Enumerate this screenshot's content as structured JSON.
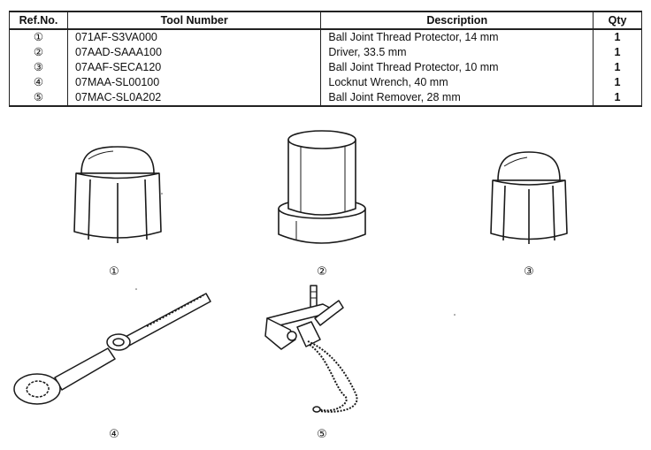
{
  "table": {
    "headers": {
      "ref": "Ref.No.",
      "tool": "Tool Number",
      "desc": "Description",
      "qty": "Qty"
    },
    "rows": [
      {
        "ref": "①",
        "tool": "071AF-S3VA000",
        "desc": "Ball Joint Thread Protector, 14 mm",
        "qty": "1"
      },
      {
        "ref": "②",
        "tool": "07AAD-SAAA100",
        "desc": "Driver, 33.5 mm",
        "qty": "1"
      },
      {
        "ref": "③",
        "tool": "07AAF-SECA120",
        "desc": "Ball Joint Thread Protector, 10 mm",
        "qty": "1"
      },
      {
        "ref": "④",
        "tool": "07MAA-SL00100",
        "desc": "Locknut Wrench, 40 mm",
        "qty": "1"
      },
      {
        "ref": "⑤",
        "tool": "07MAC-SL0A202",
        "desc": "Ball Joint Remover, 28 mm",
        "qty": "1"
      }
    ]
  },
  "figures": {
    "labels": [
      "①",
      "②",
      "③",
      "④",
      "⑤"
    ],
    "icons": [
      "hex-cap-nut-icon",
      "cylindrical-driver-icon",
      "hex-cap-nut-icon",
      "locknut-wrench-icon",
      "ball-joint-remover-icon"
    ]
  }
}
